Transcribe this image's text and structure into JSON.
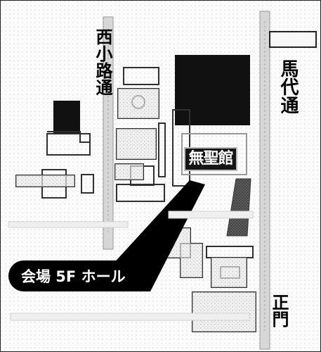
{
  "map": {
    "street_west": "西小路通",
    "street_east": "馬代通",
    "main_gate": "正門",
    "building": "無聖館",
    "venue_label": "会場 5F ホール"
  },
  "colors": {
    "black": "#000000",
    "road": "#c9c9c9",
    "gray_building": "#8a8a8a",
    "dark_gray_building": "#2a2a2a",
    "paper": "#ffffff"
  },
  "icons": {
    "pointer": "callout-pointer",
    "circle": "circle-marker",
    "sign": "small-sign"
  }
}
